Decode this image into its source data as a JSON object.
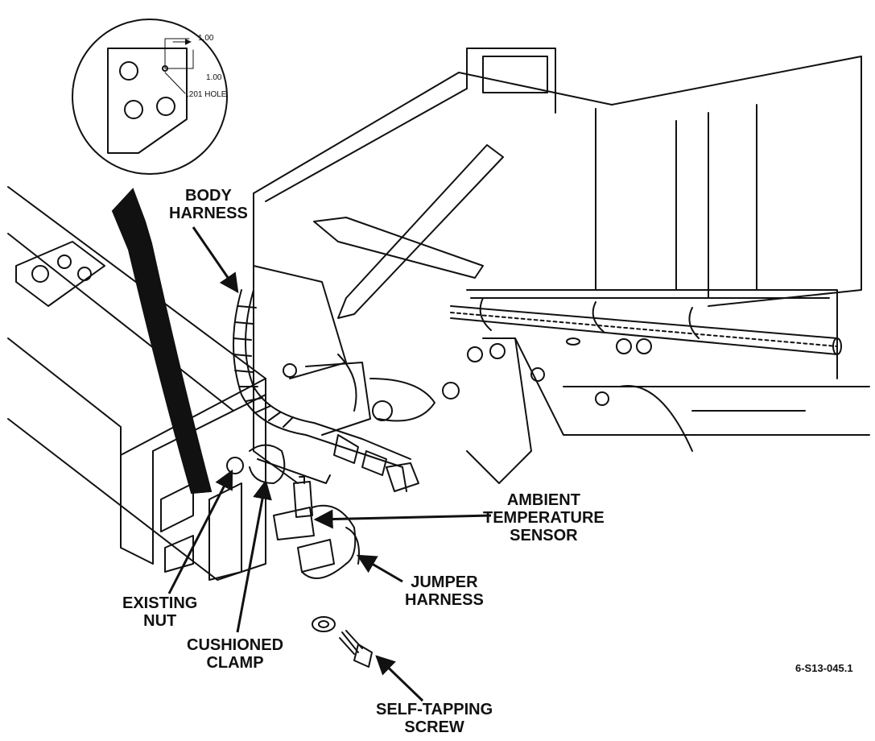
{
  "labels": {
    "body_harness": [
      "BODY",
      "HARNESS"
    ],
    "ambient_sensor": [
      "AMBIENT",
      "TEMPERATURE",
      "SENSOR"
    ],
    "jumper_harness": [
      "JUMPER",
      "HARNESS"
    ],
    "existing_nut": [
      "EXISTING",
      "NUT"
    ],
    "cushioned_clamp": [
      "CUSHIONED",
      "CLAMP"
    ],
    "self_tapping_screw": [
      "SELF-TAPPING",
      "SCREW"
    ]
  },
  "inset": {
    "dim_horizontal": "1.00",
    "dim_vertical": "1.00",
    "hole_note": ".201 HOLE"
  },
  "figure_id": "6-S13-045.1",
  "colors": {
    "ink": "#111111",
    "paper": "#ffffff"
  }
}
